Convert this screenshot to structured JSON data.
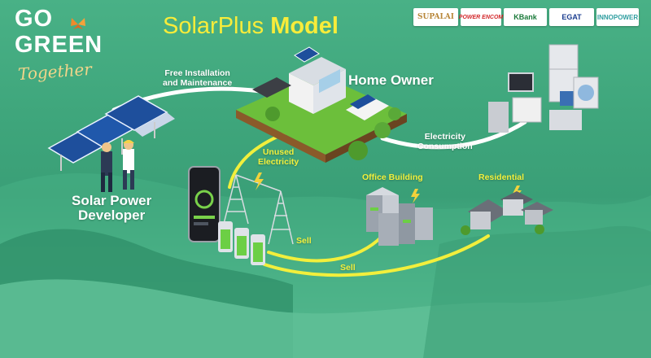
{
  "logo": {
    "line1": "GO",
    "line2": "GREEN",
    "tagline": "Together"
  },
  "title": {
    "regular": "SolarPlus",
    "bold": "Model"
  },
  "partners": [
    {
      "name": "SUPALAI",
      "color": "#b8873a"
    },
    {
      "name": "POWER ENCOM",
      "color": "#d3282b"
    },
    {
      "name": "KBank",
      "color": "#1a7a3a"
    },
    {
      "name": "EGAT",
      "color": "#1b3d8f"
    },
    {
      "name": "INNOPOWER",
      "color": "#2f9ea0"
    }
  ],
  "labels": {
    "free_installation": "Free Installation\nand Maintenance",
    "home_owner": "Home Owner",
    "electricity_consumption": "Electricity\nConsumption",
    "unused_electricity": "Unused\nElectricity",
    "office_building": "Office Building",
    "residential": "Residential",
    "solar_power_developer": "Solar Power\nDeveloper",
    "sell_1": "Sell",
    "sell_2": "Sell"
  },
  "colors": {
    "accent_yellow": "#f2ef3c",
    "flow_white": "#ffffff",
    "background": "#3ea57b"
  }
}
